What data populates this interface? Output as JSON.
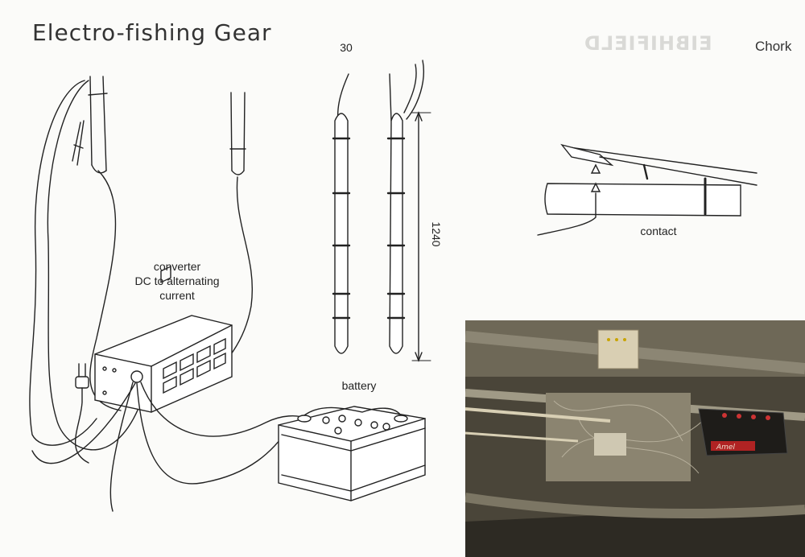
{
  "title": "Electro-fishing Gear",
  "corner_label": "Chork",
  "ghost_text": "EIBHIFIELD",
  "labels": {
    "converter": "converter\nDC to alternating\ncurrent",
    "battery": "battery",
    "contact": "contact",
    "dim_width": "30",
    "dim_length": "1240"
  },
  "photo": {
    "battery_brand": "Amel"
  }
}
